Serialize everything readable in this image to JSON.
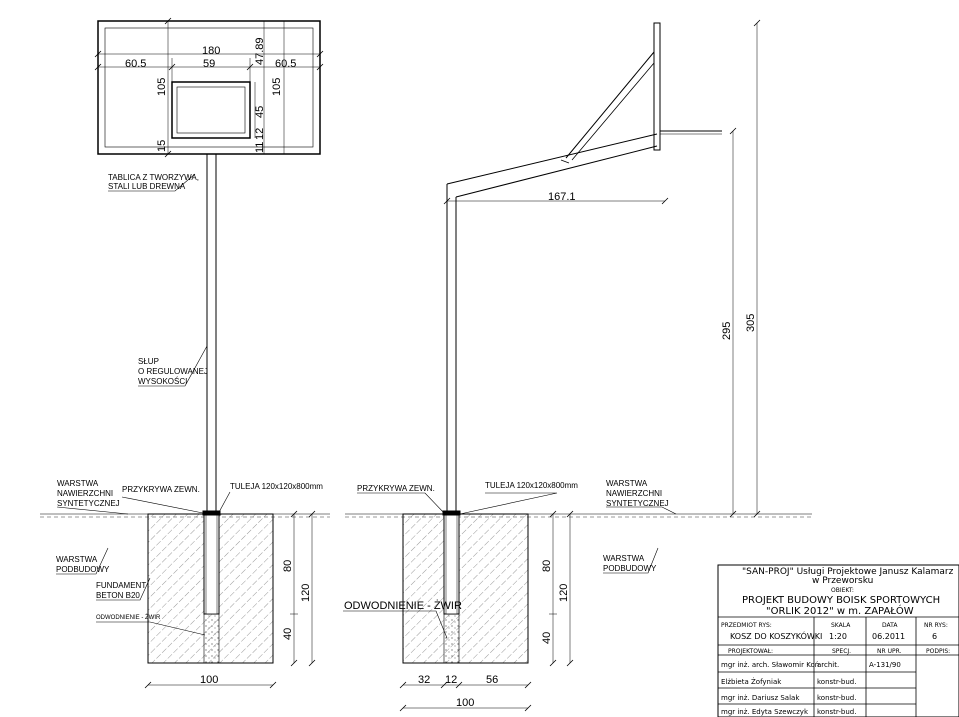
{
  "front_view": {
    "dims": {
      "board_width": "180",
      "inner_width": "59",
      "left_margin": "60.5",
      "right_margin": "60.5",
      "top_height": "47.89",
      "left_height": "105",
      "inner_height": "45",
      "right_height": "105",
      "bottom_left": "15",
      "bottom_mid": "11",
      "bottom_mid2": "12",
      "base_width": "100",
      "depth_80": "80",
      "depth_120": "120",
      "depth_40": "40"
    },
    "labels": {
      "board": [
        "TABLICA Z TWORZYWA,",
        "STALI LUB DREWNA"
      ],
      "post": [
        "SŁUP",
        "O REGULOWANEJ",
        "WYSOKOŚCI"
      ],
      "synthetic_layer": [
        "WARSTWA",
        "NAWIERZCHNI",
        "SYNTETYCZNEJ"
      ],
      "cover": "PRZYKRYWA ZEWN.",
      "sleeve": "TULEJA 120x120x800mm",
      "base_layer": [
        "WARSTWA",
        "PODBUDOWY"
      ],
      "foundation": [
        "FUNDAMENT",
        "BETON B20"
      ],
      "drainage": "ODWODNIENIE - ŻWIR"
    }
  },
  "side_view": {
    "dims": {
      "reach": "167.1",
      "height_295": "295",
      "height_305": "305",
      "depth_80": "80",
      "depth_120": "120",
      "depth_40": "40",
      "b1": "32",
      "b2": "12",
      "b3": "56",
      "base_width": "100"
    },
    "labels": {
      "cover": "PRZYKRYWA ZEWN.",
      "sleeve": "TULEJA 120x120x800mm",
      "synthetic_layer": [
        "WARSTWA",
        "NAWIERZCHNI",
        "SYNTETYCZNEJ"
      ],
      "base_layer": [
        "WARSTWA",
        "PODBUDOWY"
      ],
      "drainage": "ODWODNIENIE - ŻWIR"
    }
  },
  "title_block": {
    "company": "\"SAN-PROJ\" Usługi Projektowe Janusz Kalamarz",
    "company_loc": "w Przeworsku",
    "object_label": "OBIEKT:",
    "project": "PROJEKT BUDOWY BOISK SPORTOWYCH",
    "project2": "\"ORLIK 2012\" w m. ZAPAŁÓW",
    "subject_label": "PRZEDMIOT RYS:",
    "subject": "KOSZ DO KOSZYKÓWKI",
    "scale_label": "SKALA",
    "scale": "1:20",
    "date_label": "DATA",
    "date": "06.2011",
    "drawing_no_label": "NR RYS:",
    "drawing_no": "6",
    "designed_label": "PROJEKTOWAŁ:",
    "spec_label": "SPECJ.",
    "perm_label": "NR UPR.",
    "sign_label": "PODPIS:",
    "people": [
      {
        "name": "mgr inż. arch. Sławomir Koń",
        "spec": "archit.",
        "perm": "A-131/90"
      },
      {
        "name": "Elżbieta Żofyniak",
        "spec": "konstr-bud.",
        "perm": ""
      },
      {
        "name": "mgr inż. Dariusz Salak",
        "spec": "konstr-bud.",
        "perm": ""
      },
      {
        "name": "mgr inż. Edyta Szewczyk",
        "spec": "konstr-bud.",
        "perm": ""
      }
    ]
  }
}
